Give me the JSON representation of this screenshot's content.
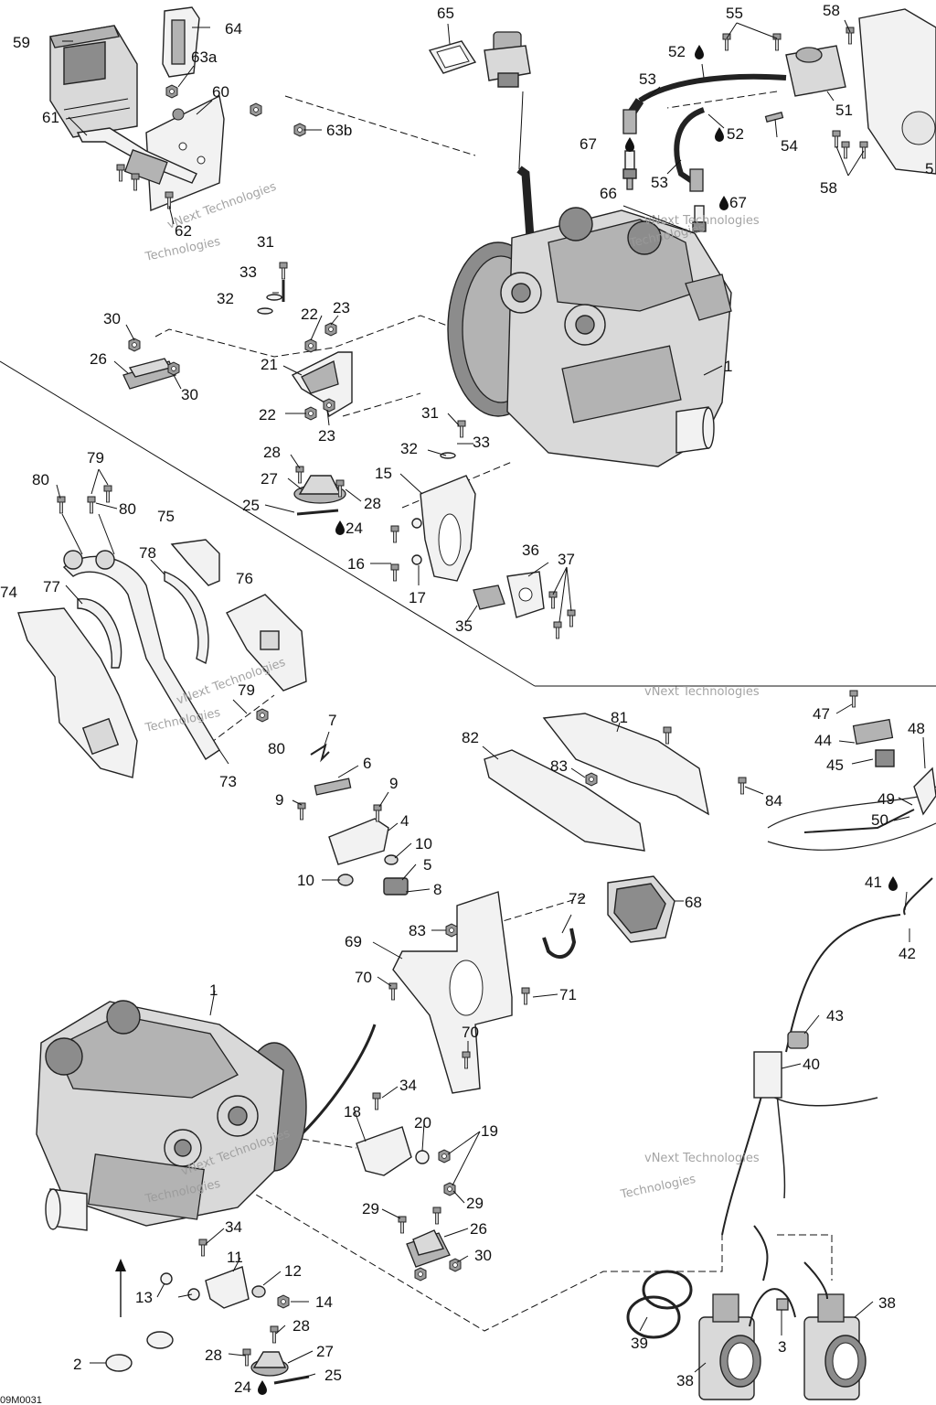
{
  "watermark": {
    "line1": "vNext Technologies",
    "line2": "Technologies"
  },
  "drawing_code": "09M0031",
  "callouts": [
    {
      "id": "c59",
      "text": "59"
    },
    {
      "id": "c64",
      "text": "64"
    },
    {
      "id": "c63a",
      "text": "63a"
    },
    {
      "id": "c60",
      "text": "60"
    },
    {
      "id": "c61",
      "text": "61"
    },
    {
      "id": "c63b",
      "text": "63b"
    },
    {
      "id": "c62",
      "text": "62"
    },
    {
      "id": "c65",
      "text": "65"
    },
    {
      "id": "c55",
      "text": "55"
    },
    {
      "id": "c58a",
      "text": "58"
    },
    {
      "id": "c52a",
      "text": "52"
    },
    {
      "id": "c53a",
      "text": "53"
    },
    {
      "id": "c51",
      "text": "51"
    },
    {
      "id": "c67a",
      "text": "67"
    },
    {
      "id": "c52b",
      "text": "52"
    },
    {
      "id": "c54",
      "text": "54"
    },
    {
      "id": "c53b",
      "text": "53"
    },
    {
      "id": "c58b",
      "text": "58"
    },
    {
      "id": "c66",
      "text": "66"
    },
    {
      "id": "c67b",
      "text": "67"
    },
    {
      "id": "c5top",
      "text": "5"
    },
    {
      "id": "c31a",
      "text": "31"
    },
    {
      "id": "c33a",
      "text": "33"
    },
    {
      "id": "c32a",
      "text": "32"
    },
    {
      "id": "c22a",
      "text": "22"
    },
    {
      "id": "c23a",
      "text": "23"
    },
    {
      "id": "c30a",
      "text": "30"
    },
    {
      "id": "c26a",
      "text": "26"
    },
    {
      "id": "c30b",
      "text": "30"
    },
    {
      "id": "c21",
      "text": "21"
    },
    {
      "id": "c22b",
      "text": "22"
    },
    {
      "id": "c23b",
      "text": "23"
    },
    {
      "id": "c1a",
      "text": "1"
    },
    {
      "id": "c31b",
      "text": "31"
    },
    {
      "id": "c33b",
      "text": "33"
    },
    {
      "id": "c32b",
      "text": "32"
    },
    {
      "id": "c28a",
      "text": "28"
    },
    {
      "id": "c15",
      "text": "15"
    },
    {
      "id": "c27a",
      "text": "27"
    },
    {
      "id": "c28b",
      "text": "28"
    },
    {
      "id": "c25a",
      "text": "25"
    },
    {
      "id": "c24a",
      "text": "24"
    },
    {
      "id": "c79a",
      "text": "79"
    },
    {
      "id": "c80a",
      "text": "80"
    },
    {
      "id": "c80b",
      "text": "80"
    },
    {
      "id": "c75",
      "text": "75"
    },
    {
      "id": "c78",
      "text": "78"
    },
    {
      "id": "c36",
      "text": "36"
    },
    {
      "id": "c37",
      "text": "37"
    },
    {
      "id": "c16",
      "text": "16"
    },
    {
      "id": "c17",
      "text": "17"
    },
    {
      "id": "c74",
      "text": "74"
    },
    {
      "id": "c77",
      "text": "77"
    },
    {
      "id": "c76",
      "text": "76"
    },
    {
      "id": "c35",
      "text": "35"
    },
    {
      "id": "c79b",
      "text": "79"
    },
    {
      "id": "c80c",
      "text": "80"
    },
    {
      "id": "c73",
      "text": "73"
    },
    {
      "id": "c7",
      "text": "7"
    },
    {
      "id": "c6",
      "text": "6"
    },
    {
      "id": "c9a",
      "text": "9"
    },
    {
      "id": "c9b",
      "text": "9"
    },
    {
      "id": "c4",
      "text": "4"
    },
    {
      "id": "c10a",
      "text": "10"
    },
    {
      "id": "c10b",
      "text": "10"
    },
    {
      "id": "c5",
      "text": "5"
    },
    {
      "id": "c8",
      "text": "8"
    },
    {
      "id": "c82",
      "text": "82"
    },
    {
      "id": "c81",
      "text": "81"
    },
    {
      "id": "c83a",
      "text": "83"
    },
    {
      "id": "c84",
      "text": "84"
    },
    {
      "id": "c47",
      "text": "47"
    },
    {
      "id": "c44",
      "text": "44"
    },
    {
      "id": "c48",
      "text": "48"
    },
    {
      "id": "c45",
      "text": "45"
    },
    {
      "id": "c49",
      "text": "49"
    },
    {
      "id": "c50",
      "text": "50"
    },
    {
      "id": "c41",
      "text": "41"
    },
    {
      "id": "c42",
      "text": "42"
    },
    {
      "id": "c72",
      "text": "72"
    },
    {
      "id": "c68",
      "text": "68"
    },
    {
      "id": "c83b",
      "text": "83"
    },
    {
      "id": "c69",
      "text": "69"
    },
    {
      "id": "c70a",
      "text": "70"
    },
    {
      "id": "c71",
      "text": "71"
    },
    {
      "id": "c70b",
      "text": "70"
    },
    {
      "id": "c43",
      "text": "43"
    },
    {
      "id": "c40",
      "text": "40"
    },
    {
      "id": "c1b",
      "text": "1"
    },
    {
      "id": "c34a",
      "text": "34"
    },
    {
      "id": "c18",
      "text": "18"
    },
    {
      "id": "c20",
      "text": "20"
    },
    {
      "id": "c19",
      "text": "19"
    },
    {
      "id": "c29a",
      "text": "29"
    },
    {
      "id": "c29b",
      "text": "29"
    },
    {
      "id": "c26b",
      "text": "26"
    },
    {
      "id": "c30c",
      "text": "30"
    },
    {
      "id": "c34b",
      "text": "34"
    },
    {
      "id": "c11",
      "text": "11"
    },
    {
      "id": "c12",
      "text": "12"
    },
    {
      "id": "c13",
      "text": "13"
    },
    {
      "id": "c14",
      "text": "14"
    },
    {
      "id": "c28c",
      "text": "28"
    },
    {
      "id": "c28d",
      "text": "28"
    },
    {
      "id": "c27b",
      "text": "27"
    },
    {
      "id": "c25b",
      "text": "25"
    },
    {
      "id": "c24b",
      "text": "24"
    },
    {
      "id": "c2",
      "text": "2"
    },
    {
      "id": "c39",
      "text": "39"
    },
    {
      "id": "c3",
      "text": "3"
    },
    {
      "id": "c38a",
      "text": "38"
    },
    {
      "id": "c38b",
      "text": "38"
    }
  ]
}
